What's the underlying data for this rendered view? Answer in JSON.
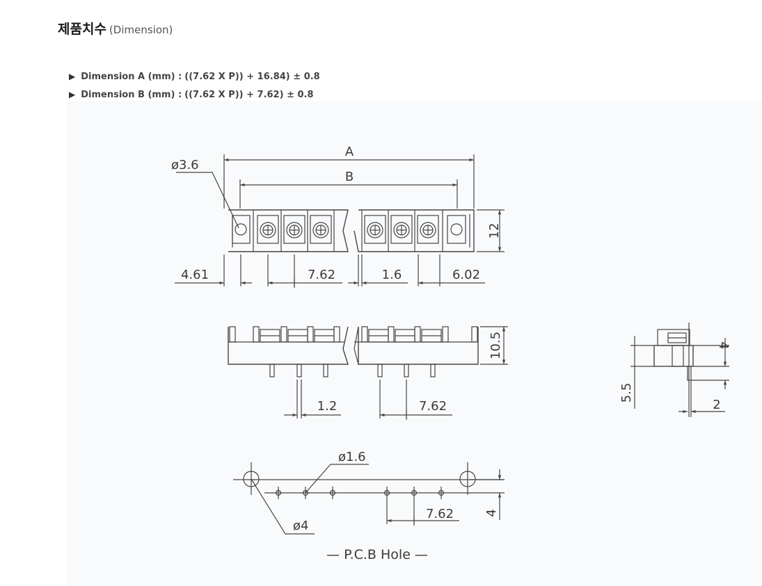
{
  "title": {
    "main": "제품치수",
    "sub": "(Dimension)"
  },
  "specs": [
    {
      "label": "Dimension A (mm) :",
      "formula": "((7.62 X P)) + 16.84) ± 0.8"
    },
    {
      "label": "Dimension B (mm) :",
      "formula": "((7.62 X P)) + 7.62) ± 0.8"
    }
  ],
  "drawing": {
    "top_view": {
      "dim_A": "A",
      "dim_B": "B",
      "hole_dia": "ø3.6",
      "height": "12",
      "pitch_left": "4.61",
      "pitch": "7.62",
      "gap": "1.6",
      "pitch_right": "6.02"
    },
    "front_view": {
      "height": "10.5",
      "pin_width": "1.2",
      "pitch": "7.62"
    },
    "side_view": {
      "height": "4",
      "total": "5.5",
      "pin": "2"
    },
    "pcb": {
      "pin_hole": "ø1.6",
      "mount_hole": "ø4",
      "pitch": "7.62",
      "offset": "4",
      "caption": "— P.C.B  Hole —"
    }
  }
}
